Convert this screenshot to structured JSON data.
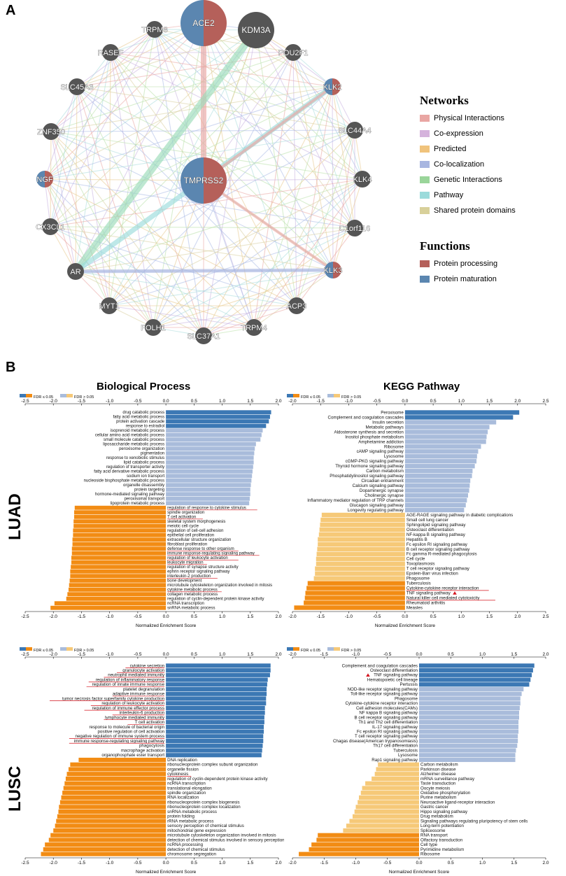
{
  "panels": {
    "a": "A",
    "b": "B"
  },
  "network": {
    "nodes": [
      {
        "name": "ACE2",
        "size": "big",
        "colors": [
          "#5b86b0",
          "#b5605a"
        ]
      },
      {
        "name": "KDM3A",
        "size": "big2",
        "colors": []
      },
      {
        "name": "TRPM8",
        "colors": []
      },
      {
        "name": "RASEF",
        "colors": []
      },
      {
        "name": "POU2F1",
        "colors": []
      },
      {
        "name": "SLC45A3",
        "colors": []
      },
      {
        "name": "KLK2",
        "colors": [
          "#5b86b0",
          "#b5605a"
        ]
      },
      {
        "name": "ZNF350",
        "colors": []
      },
      {
        "name": "SLC44A4",
        "colors": []
      },
      {
        "name": "NGF",
        "colors": [
          "#5b86b0",
          "#b5605a"
        ]
      },
      {
        "name": "TMPRSS2",
        "size": "big",
        "colors": [
          "#5b86b0",
          "#b5605a"
        ]
      },
      {
        "name": "KLK4",
        "colors": []
      },
      {
        "name": "CX3CL1",
        "colors": []
      },
      {
        "name": "C1orf116",
        "colors": []
      },
      {
        "name": "AR",
        "colors": []
      },
      {
        "name": "KLK3",
        "colors": [
          "#5b86b0",
          "#b5605a"
        ]
      },
      {
        "name": "MYT1",
        "colors": []
      },
      {
        "name": "ACP3",
        "colors": []
      },
      {
        "name": "FOLH1",
        "colors": []
      },
      {
        "name": "TRPM4",
        "colors": []
      },
      {
        "name": "SLC37A1",
        "colors": []
      }
    ],
    "edge_colors": [
      "#c9b3e0",
      "#aab9e6",
      "#e9a6a3",
      "#a9dcdc",
      "#b8e0a8",
      "#e8c98c",
      "#d8d0a0"
    ]
  },
  "legend": {
    "networks_title": "Networks",
    "networks": [
      {
        "label": "Physical Interactions",
        "color": "#e9a6a3"
      },
      {
        "label": "Co-expression",
        "color": "#d5b3dc"
      },
      {
        "label": "Predicted",
        "color": "#f0c37c"
      },
      {
        "label": "Co-localization",
        "color": "#a8b6e0"
      },
      {
        "label": "Genetic Interactions",
        "color": "#9ad59a"
      },
      {
        "label": "Pathway",
        "color": "#9bdbdb"
      },
      {
        "label": "Shared protein domains",
        "color": "#d8d09a"
      }
    ],
    "functions_title": "Functions",
    "functions": [
      {
        "label": "Protein processing",
        "color": "#b5605a"
      },
      {
        "label": "Protein maturation",
        "color": "#5b86b0"
      }
    ]
  },
  "section_titles": {
    "bp": "Biological Process",
    "kegg": "KEGG Pathway"
  },
  "row_labels": {
    "luad": "LUAD",
    "lusc": "LUSC"
  },
  "gsea_legend": {
    "sig": "FDR ≤ 0.05",
    "ns": "FDR > 0.05"
  },
  "colors": {
    "pos_sig": "#3c78b4",
    "pos_ns": "#a9bcdb",
    "neg_sig": "#f28c14",
    "neg_ns": "#f6c978"
  },
  "chart_data": [
    {
      "id": "luad-bp",
      "type": "bar",
      "orientation": "horizontal",
      "xlabel": "Normalized Enrichment Score",
      "xlim": [
        -2.5,
        2.0
      ],
      "ticks": [
        "-2.5",
        "-2.0",
        "-1.5",
        "-1.0",
        "-0.5",
        "0.0",
        "0.5",
        "1.0",
        "1.5",
        "2.0"
      ],
      "categories": [
        "drug catabolic process",
        "fatty acid metabolic process",
        "protein activation cascade",
        "response to estradiol",
        "isoprenoid metabolic process",
        "cellular amino acid metabolic process",
        "small molecule catabolic process",
        "liposaccharide metabolic process",
        "peroxisome organization",
        "pigmentation",
        "response to xenobiotic stimulus",
        "lipid catabolic process",
        "regulation of transporter activity",
        "fatty acid derivative metabolic process",
        "sodium ion transport",
        "nucleoside bisphosphate metabolic process",
        "organelle disassembly",
        "protein targeting",
        "hormone-mediated signaling pathway",
        "peroxisomal transport",
        "lipoprotein metabolic process",
        "regulation of response to cytokine stimulus",
        "spindle organization",
        "T cell activation",
        "skeletal system morphogenesis",
        "meiotic cell cycle",
        "regulation of cell-cell adhesion",
        "epithelial cell proliferation",
        "extracellular structure organization",
        "fibroblast proliferation",
        "defense response to other organism",
        "immune response-regulating signaling pathway",
        "regulation of leukocyte activation",
        "leukocyte migration",
        "regulation of synapse structure activity",
        "ephrin receptor signaling pathway",
        "interleukin-2 production",
        "bone development",
        "microtubule cytoskeleton organization involved in mitosis",
        "cytokine metabolic process",
        "collagen metabolic process",
        "regulation of cyclin-dependent protein kinase activity",
        "ncRNA transcription",
        "snRNA metabolic process"
      ],
      "values": [
        1.87,
        1.85,
        1.83,
        1.78,
        1.72,
        1.7,
        1.68,
        1.6,
        1.58,
        1.57,
        1.56,
        1.56,
        1.55,
        1.54,
        1.53,
        1.52,
        1.51,
        1.5,
        1.5,
        1.49,
        1.48,
        -1.62,
        -1.63,
        -1.63,
        -1.64,
        -1.64,
        -1.65,
        -1.65,
        -1.66,
        -1.66,
        -1.67,
        -1.67,
        -1.68,
        -1.68,
        -1.69,
        -1.7,
        -1.7,
        -1.71,
        -1.72,
        -1.73,
        -1.75,
        -1.77,
        -1.98,
        -2.05
      ],
      "significant": [
        true,
        true,
        true,
        true,
        false,
        false,
        false,
        false,
        false,
        false,
        false,
        false,
        false,
        false,
        false,
        false,
        false,
        false,
        false,
        false,
        false,
        true,
        true,
        true,
        true,
        true,
        true,
        true,
        true,
        true,
        true,
        true,
        true,
        true,
        true,
        true,
        true,
        true,
        true,
        true,
        true,
        true,
        true,
        true
      ],
      "underlined": [
        21,
        23,
        30,
        31,
        32,
        33,
        36,
        39
      ]
    },
    {
      "id": "luad-kegg",
      "type": "bar",
      "orientation": "horizontal",
      "xlabel": "Normalized Enrichment Score",
      "xlim": [
        -2.0,
        2.5
      ],
      "ticks": [
        "-2.0",
        "-1.5",
        "-1.0",
        "-0.5",
        "0.0",
        "0.5",
        "1.0",
        "1.5",
        "2.0",
        "2.5"
      ],
      "categories": [
        "Peroxisome",
        "Complement and coagulation cascades",
        "Insulin secretion",
        "Metabolic pathways",
        "Aldosterone synthesis and secretion",
        "Inositol phosphate metabolism",
        "Amphetamine addiction",
        "Ribosome",
        "cAMP signaling pathway",
        "Lysosome",
        "cGMP-PKG signaling pathway",
        "Thyroid hormone signaling pathway",
        "Carbon metabolism",
        "Phosphatidylinositol signaling pathway",
        "Circadian entrainment",
        "Calcium signaling pathway",
        "Dopaminergic synapse",
        "Cholinergic synapse",
        "Inflammatory mediator regulation of TRP channels",
        "Glucagon signaling pathway",
        "Longevity regulating pathway",
        "AGE-RAGE signaling pathway in diabetic complications",
        "Small cell lung cancer",
        "Sphingolipid signaling pathway",
        "Osteoclast differentiation",
        "NF-kappa B signaling pathway",
        "Hepatitis B",
        "Fc epsilon RI signaling pathway",
        "B cell receptor signaling pathway",
        "Fc gamma R-mediated phagocytosis",
        "Cell cycle",
        "Toxoplasmosis",
        "T cell receptor signaling pathway",
        "Epstein-Barr virus infection",
        "Phagosome",
        "Tuberculosis",
        "Cytokine-cytokine receptor interaction",
        "TNF signaling pathway",
        "Natural killer cell mediated cytotoxicity",
        "Rheumatoid arthritis",
        "Measles"
      ],
      "values": [
        2.03,
        1.92,
        1.62,
        1.5,
        1.47,
        1.45,
        1.44,
        1.35,
        1.3,
        1.28,
        1.27,
        1.24,
        1.2,
        1.19,
        1.16,
        1.15,
        1.14,
        1.12,
        1.1,
        1.08,
        1.05,
        -1.48,
        -1.5,
        -1.51,
        -1.52,
        -1.53,
        -1.55,
        -1.55,
        -1.56,
        -1.57,
        -1.58,
        -1.58,
        -1.6,
        -1.6,
        -1.62,
        -1.73,
        -1.75,
        -1.77,
        -1.78,
        -1.8,
        -1.97
      ],
      "significant": [
        true,
        true,
        false,
        false,
        false,
        false,
        false,
        false,
        false,
        false,
        false,
        false,
        false,
        false,
        false,
        false,
        false,
        false,
        false,
        false,
        false,
        false,
        false,
        false,
        false,
        false,
        false,
        false,
        false,
        false,
        false,
        false,
        false,
        false,
        false,
        true,
        true,
        true,
        true,
        true,
        true
      ],
      "underlined": [
        36,
        38
      ],
      "flagged": [
        37
      ]
    },
    {
      "id": "lusc-bp",
      "type": "bar",
      "orientation": "horizontal",
      "xlabel": "Normalized Enrichment Score",
      "xlim": [
        -2.5,
        2.0
      ],
      "ticks": [
        "-2.5",
        "-2.0",
        "-1.5",
        "-1.0",
        "-0.5",
        "0.0",
        "0.5",
        "1.0",
        "1.5",
        "2.0"
      ],
      "categories": [
        "cytokine secretion",
        "granulocyte activation",
        "neutrophil mediated immunity",
        "regulation of inflammatory response",
        "regulation of innate immune response",
        "platelet degranulation",
        "adaptive immune response",
        "tumor necrosis factor superfamily cytokine production",
        "regulation of leukocyte activation",
        "regulation of immune effector process",
        "interleukin-6 production",
        "lymphocyte mediated immunity",
        "T cell activation",
        "response to molecule of bacterial origin",
        "positive regulation of cell activation",
        "negative regulation of immune system process",
        "immune response-regulating signaling pathway",
        "phagocytosis",
        "macrophage activation",
        "organophosphate ester transport",
        "DNA replication",
        "ribonucleoprotein complex subunit organization",
        "organelle fission",
        "cytokinesis",
        "regulation of cyclin-dependent protein kinase activity",
        "ncRNA transcription",
        "translational elongation",
        "spindle organization",
        "RNA localization",
        "ribonucleoprotein complex biogenesis",
        "ribonucleoprotein complex localization",
        "snRNA metabolic process",
        "protein folding",
        "rRNA metabolic process",
        "sensory perception of chemical stimulus",
        "mitochondrial gene expression",
        "microtubule cytoskeleton organization involved in mitosis",
        "detection of chemical stimulus involved in sensory perception",
        "ncRNA processing",
        "detection of chemical stimulus",
        "chromosome segregation"
      ],
      "values": [
        1.86,
        1.86,
        1.85,
        1.81,
        1.8,
        1.79,
        1.79,
        1.78,
        1.78,
        1.76,
        1.76,
        1.75,
        1.75,
        1.74,
        1.74,
        1.73,
        1.73,
        1.72,
        1.71,
        1.7,
        -1.55,
        -1.7,
        -1.73,
        -1.76,
        -1.78,
        -1.8,
        -1.82,
        -1.84,
        -1.86,
        -1.88,
        -1.9,
        -1.91,
        -1.93,
        -1.95,
        -1.97,
        -2.0,
        -2.05,
        -2.08,
        -2.15,
        -2.18,
        -2.22
      ],
      "significant": [
        true,
        true,
        true,
        true,
        true,
        true,
        true,
        true,
        true,
        true,
        true,
        true,
        true,
        true,
        true,
        true,
        true,
        true,
        true,
        true,
        true,
        true,
        true,
        true,
        true,
        true,
        true,
        true,
        true,
        true,
        true,
        true,
        true,
        true,
        true,
        true,
        true,
        true,
        true,
        true,
        true
      ],
      "underlined": [
        0,
        1,
        2,
        3,
        4,
        6,
        7,
        8,
        9,
        10,
        11,
        12,
        15,
        16,
        23
      ]
    },
    {
      "id": "lusc-kegg",
      "type": "bar",
      "orientation": "horizontal",
      "xlabel": "Normalized Enrichment Score",
      "xlim": [
        -2.0,
        2.0
      ],
      "ticks": [
        "-2.0",
        "-1.5",
        "-1.0",
        "-0.5",
        "0.0",
        "0.5",
        "1.0",
        "1.5",
        "2.0"
      ],
      "categories": [
        "Complement and coagulation cascades",
        "Osteoclast differentiation",
        "TNF signaling pathway",
        "Hematopoietic cell lineage",
        "Pertussis",
        "NOD-like receptor signaling pathway",
        "Toll-like receptor signaling pathway",
        "Phagosome",
        "Cytokine-cytokine receptor interaction",
        "Cell adhesion molecules(CAMs)",
        "NF kappa B signaling pathway",
        "B cell receptor signaling pathway",
        "Th1 and Th2 cell differentiation",
        "IL-17 signaling pathway",
        "Fc epsilon RI signaling pathway",
        "T cell receptor signaling pathway",
        "Chagas disease(American trypanosomiasis)",
        "Th17 cell differentiation",
        "Tuberculosis",
        "Lysosome",
        "Rap1 signaling pathway",
        "Carbon metabolism",
        "Parkinson disease",
        "Alzheimer disease",
        "mRNA surveillance pathway",
        "Taste transduction",
        "Oocyte meiosis",
        "Oxidative phosphorylation",
        "Purine metabolism",
        "Neuroactive ligand-receptor interaction",
        "Gastric cancer",
        "Hippo signaling pathway",
        "Drug metabolism",
        "Signaling pathways regulating pluripotency of stem cells",
        "Long-term potentiation",
        "Spliceosome",
        "RNA transport",
        "Olfactory transduction",
        "Cell type",
        "Pyrimidine metabolism",
        "Ribosome"
      ],
      "values": [
        1.82,
        1.8,
        1.78,
        1.76,
        1.74,
        1.65,
        1.62,
        1.6,
        1.6,
        1.59,
        1.58,
        1.58,
        1.57,
        1.57,
        1.57,
        1.56,
        1.56,
        1.55,
        1.53,
        1.52,
        1.52,
        -0.65,
        -0.68,
        -0.7,
        -0.75,
        -0.85,
        -0.9,
        -0.92,
        -0.95,
        -0.97,
        -1.0,
        -1.02,
        -1.05,
        -1.1,
        -1.15,
        -1.2,
        -1.6,
        -1.62,
        -1.7,
        -1.74,
        -1.9
      ],
      "significant": [
        true,
        true,
        true,
        true,
        true,
        false,
        false,
        false,
        false,
        false,
        false,
        false,
        false,
        false,
        false,
        false,
        false,
        false,
        false,
        false,
        false,
        false,
        false,
        false,
        false,
        false,
        false,
        false,
        false,
        false,
        false,
        false,
        false,
        false,
        false,
        false,
        true,
        true,
        true,
        true,
        true
      ],
      "underlined": [],
      "flagged": [
        2
      ]
    }
  ]
}
